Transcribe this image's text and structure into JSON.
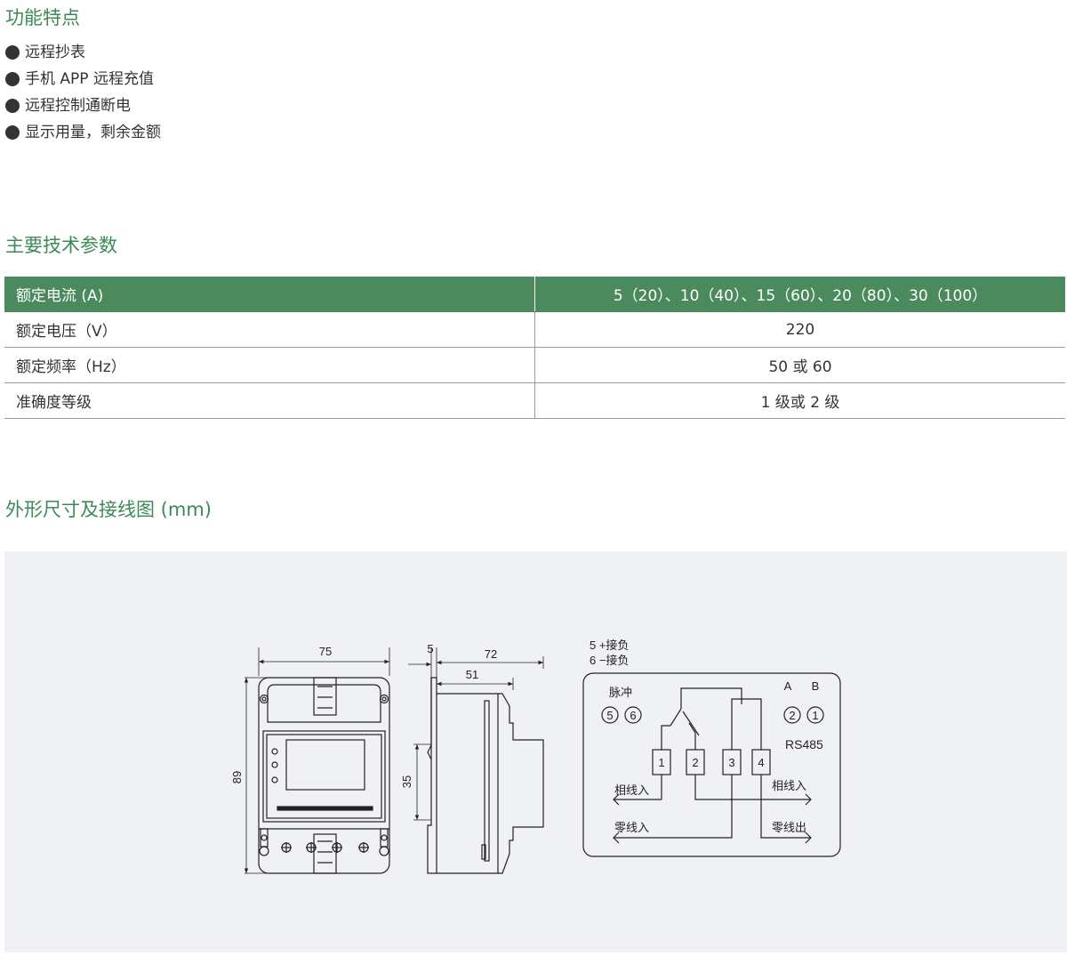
{
  "features": {
    "title": "功能特点",
    "items": [
      "远程抄表",
      "手机 APP 远程充值",
      "远程控制通断电",
      "显示用量，剩余金额"
    ]
  },
  "specs": {
    "title": "主要技术参数",
    "rows": [
      {
        "label": "额定电流 (A)",
        "value": "5（20）、10（40）、15（60）、20（80）、30（100）"
      },
      {
        "label": "额定电压（V）",
        "value": "220"
      },
      {
        "label": "额定频率（Hz）",
        "value": "50 或 60"
      },
      {
        "label": "准确度等级",
        "value": "1 级或 2 级"
      }
    ]
  },
  "diagram": {
    "title": "外形尺寸及接线图 (mm)",
    "front": {
      "width": "75",
      "height": "89"
    },
    "side": {
      "offset": "5",
      "depth": "72",
      "depth_inner": "51",
      "rail": "35"
    },
    "wiring": {
      "pulse_note_1": "5 +接负",
      "pulse_note_2": "6 −接负",
      "pulse_label": "脉冲",
      "pulse_pins": [
        "5",
        "6"
      ],
      "rs485_labels": [
        "A",
        "B"
      ],
      "rs485_pins": [
        "2",
        "1"
      ],
      "rs485_label": "RS485",
      "terminals": [
        "1",
        "2",
        "3",
        "4"
      ],
      "phase_in_left": "相线入",
      "phase_in_right": "相线入",
      "neutral_in": "零线入",
      "neutral_out": "零线出"
    }
  }
}
